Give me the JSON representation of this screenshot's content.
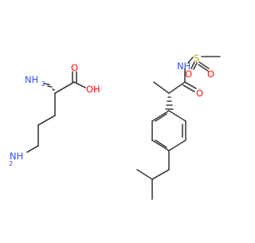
{
  "molecules": [
    {
      "atom_labels": {
        "alpha_amine": "NH",
        "alpha_amine_sub": "2",
        "hydroxyl": "OH",
        "carbonyl_oxygen": "O",
        "terminal_amine": "NH",
        "terminal_amine_sub": "2"
      }
    },
    {
      "atom_labels": {
        "sulfonamide_nh": "NH",
        "sulfur": "S",
        "sulfonyl_oxygen_left": "O",
        "sulfonyl_oxygen_right": "O",
        "amide_oxygen": "O"
      }
    }
  ],
  "colors": {
    "bond": "#3d3d3d",
    "nitrogen": "#3050f8",
    "oxygen": "#ff0d0d",
    "sulfur": "#c8a800",
    "background": "#ffffff"
  }
}
